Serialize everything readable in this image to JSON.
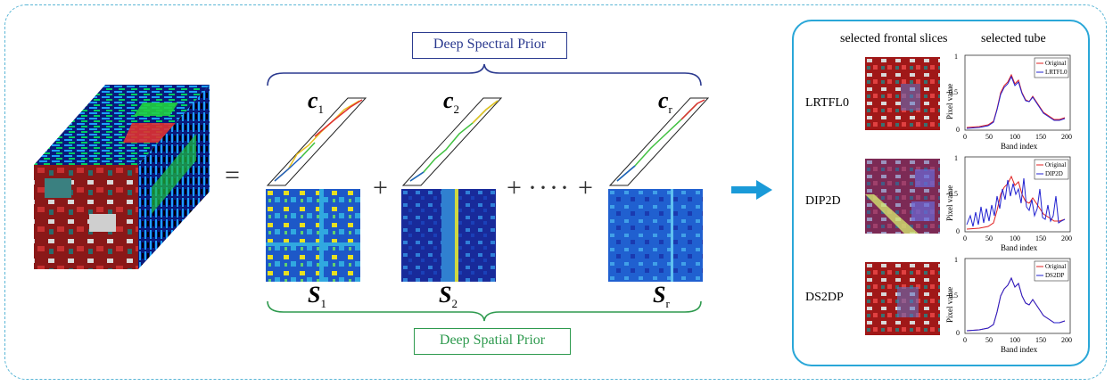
{
  "labels": {
    "deep_spectral_prior": "Deep Spectral Prior",
    "deep_spatial_prior": "Deep Spatial Prior"
  },
  "equation": {
    "equals": "=",
    "plus": "+",
    "dots": "····",
    "spectral_vars": [
      {
        "main": "c",
        "sub": "1"
      },
      {
        "main": "c",
        "sub": "2"
      },
      {
        "main": "c",
        "sub": "r"
      }
    ],
    "spatial_vars": [
      {
        "main": "S",
        "sub": "1"
      },
      {
        "main": "S",
        "sub": "2"
      },
      {
        "main": "S",
        "sub": "r"
      }
    ]
  },
  "results": {
    "col_frontal": "selected frontal slices",
    "col_tube": "selected tube",
    "methods": [
      "LRTFL0",
      "DIP2D",
      "DS2DP"
    ],
    "plots": [
      {
        "legend": [
          "Original",
          "LRTFL0"
        ],
        "ylabel": "Pixel value",
        "xlabel": "Band index",
        "xticks": [
          "0",
          "50",
          "100",
          "150",
          "200"
        ],
        "yticks": [
          "0",
          "0.5",
          "1"
        ]
      },
      {
        "legend": [
          "Original",
          "DIP2D"
        ],
        "ylabel": "Pixel value",
        "xlabel": "Band index",
        "xticks": [
          "0",
          "50",
          "100",
          "150",
          "200"
        ],
        "yticks": [
          "0",
          "0.5",
          "1"
        ]
      },
      {
        "legend": [
          "Original",
          "DS2DP"
        ],
        "ylabel": "Pixel value",
        "xlabel": "Band index",
        "xticks": [
          "0",
          "50",
          "100",
          "150",
          "200"
        ],
        "yticks": [
          "0",
          "0.5",
          "1"
        ]
      }
    ]
  },
  "colors": {
    "frame": "#5bb6d6",
    "panel": "#2aa7d8",
    "spectral": "#2b3a8f",
    "spatial": "#2e9a4e",
    "arrow": "#1a9ad8",
    "original_line": "#e02020",
    "method_line": "#2020d0"
  }
}
